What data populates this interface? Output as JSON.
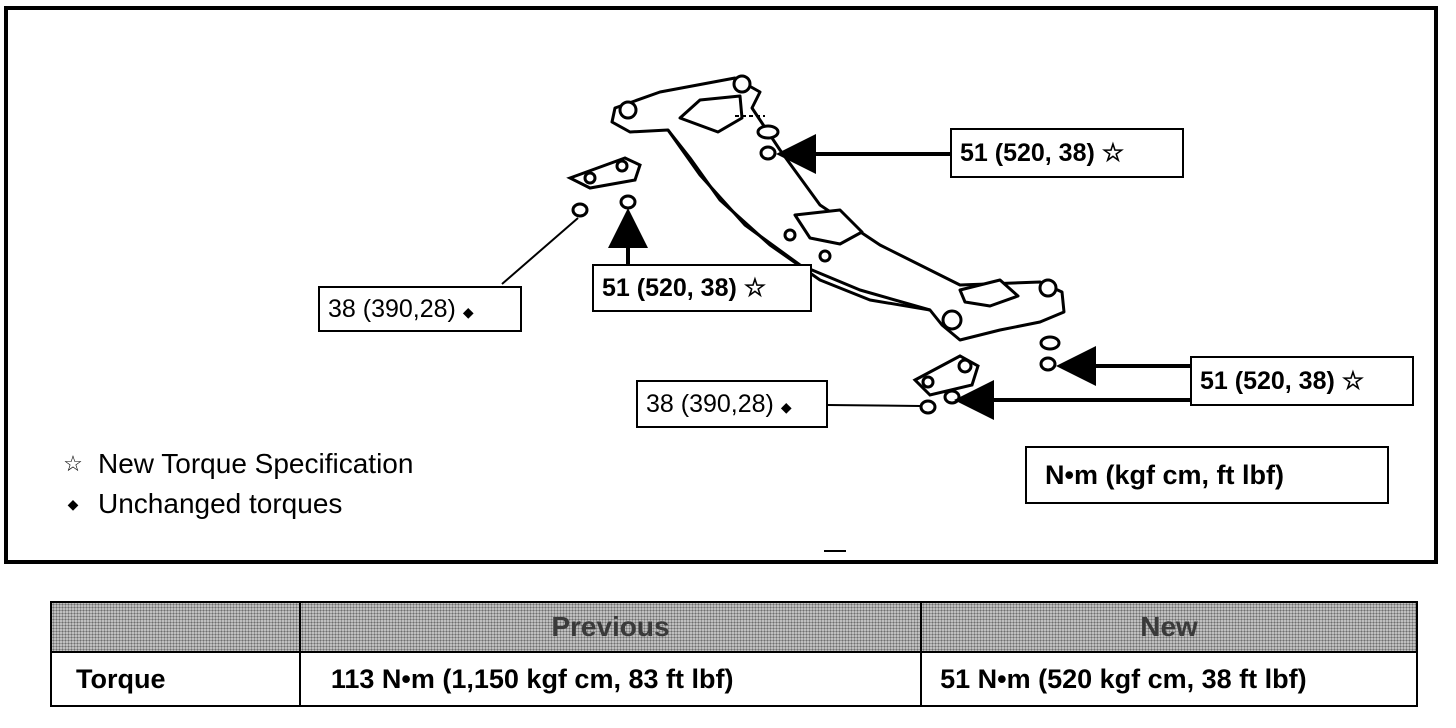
{
  "diagram": {
    "callouts": [
      {
        "id": "top-right",
        "value": "51 (520, 38)",
        "mark": "☆"
      },
      {
        "id": "upper-middle",
        "value": "51 (520, 38)",
        "mark": "☆"
      },
      {
        "id": "upper-left",
        "value": "38 (390,28)",
        "mark": "◆"
      },
      {
        "id": "lower-right",
        "value": "51 (520, 38)",
        "mark": "☆"
      },
      {
        "id": "lower-left",
        "value": "38 (390,28)",
        "mark": "◆"
      }
    ],
    "legend": [
      {
        "symbol": "☆",
        "label": "New Torque Specification"
      },
      {
        "symbol": "◆",
        "label": "Unchanged torques"
      }
    ],
    "units": "N•m (kgf cm, ft lbf)"
  },
  "table": {
    "headers": [
      "",
      "Previous",
      "New"
    ],
    "rows": [
      {
        "label": "Torque",
        "previous": "113 N•m (1,150 kgf cm, 83 ft lbf)",
        "new": "51 N•m (520 kgf cm, 38 ft lbf)"
      }
    ]
  }
}
